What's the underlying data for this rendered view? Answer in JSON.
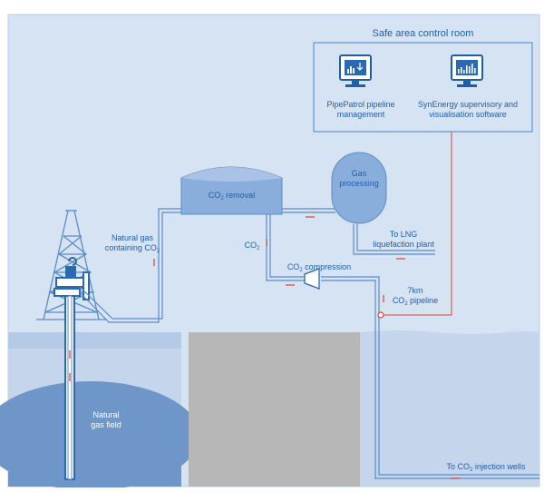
{
  "control_room": {
    "title": "Safe area control room",
    "left_label_1": "PipePatrol pipeline",
    "left_label_2": "management",
    "right_label_1": "SynEnergy supervisory and",
    "right_label_2": "visualisation software"
  },
  "nodes": {
    "co2_removal": {
      "prefix": "CO",
      "sub": "2",
      "suffix": " removal"
    },
    "gas_processing_1": "Gas",
    "gas_processing_2": "processing",
    "to_lng_1": "To LNG",
    "to_lng_2": "liquefaction plant",
    "natural_gas_1": "Natural gas",
    "natural_gas_2_prefix": "containing CO",
    "natural_gas_2_sub": "2",
    "co2_short_prefix": "CO",
    "co2_short_sub": "2",
    "co2_compression_prefix": "CO",
    "co2_compression_sub": "2",
    "co2_compression_suffix": " compression",
    "pipeline_1": "7km",
    "pipeline_2_prefix": "CO",
    "pipeline_2_sub": "2",
    "pipeline_2_suffix": " pipeline",
    "gas_field_1": "Natural",
    "gas_field_2": "gas field",
    "injection_prefix": "To CO",
    "injection_sub": "2",
    "injection_suffix": " injection wells"
  },
  "colors": {
    "background": "#d6e3f3",
    "border": "#7ea6d6",
    "pipe": "#5a8cc6",
    "text": "#1f5fa8",
    "arrow": "#e04030",
    "signal_line": "#e04030",
    "water": "#c5d6ec",
    "ground": "#7ea2cf",
    "grey_block": "#b7b7b7"
  }
}
